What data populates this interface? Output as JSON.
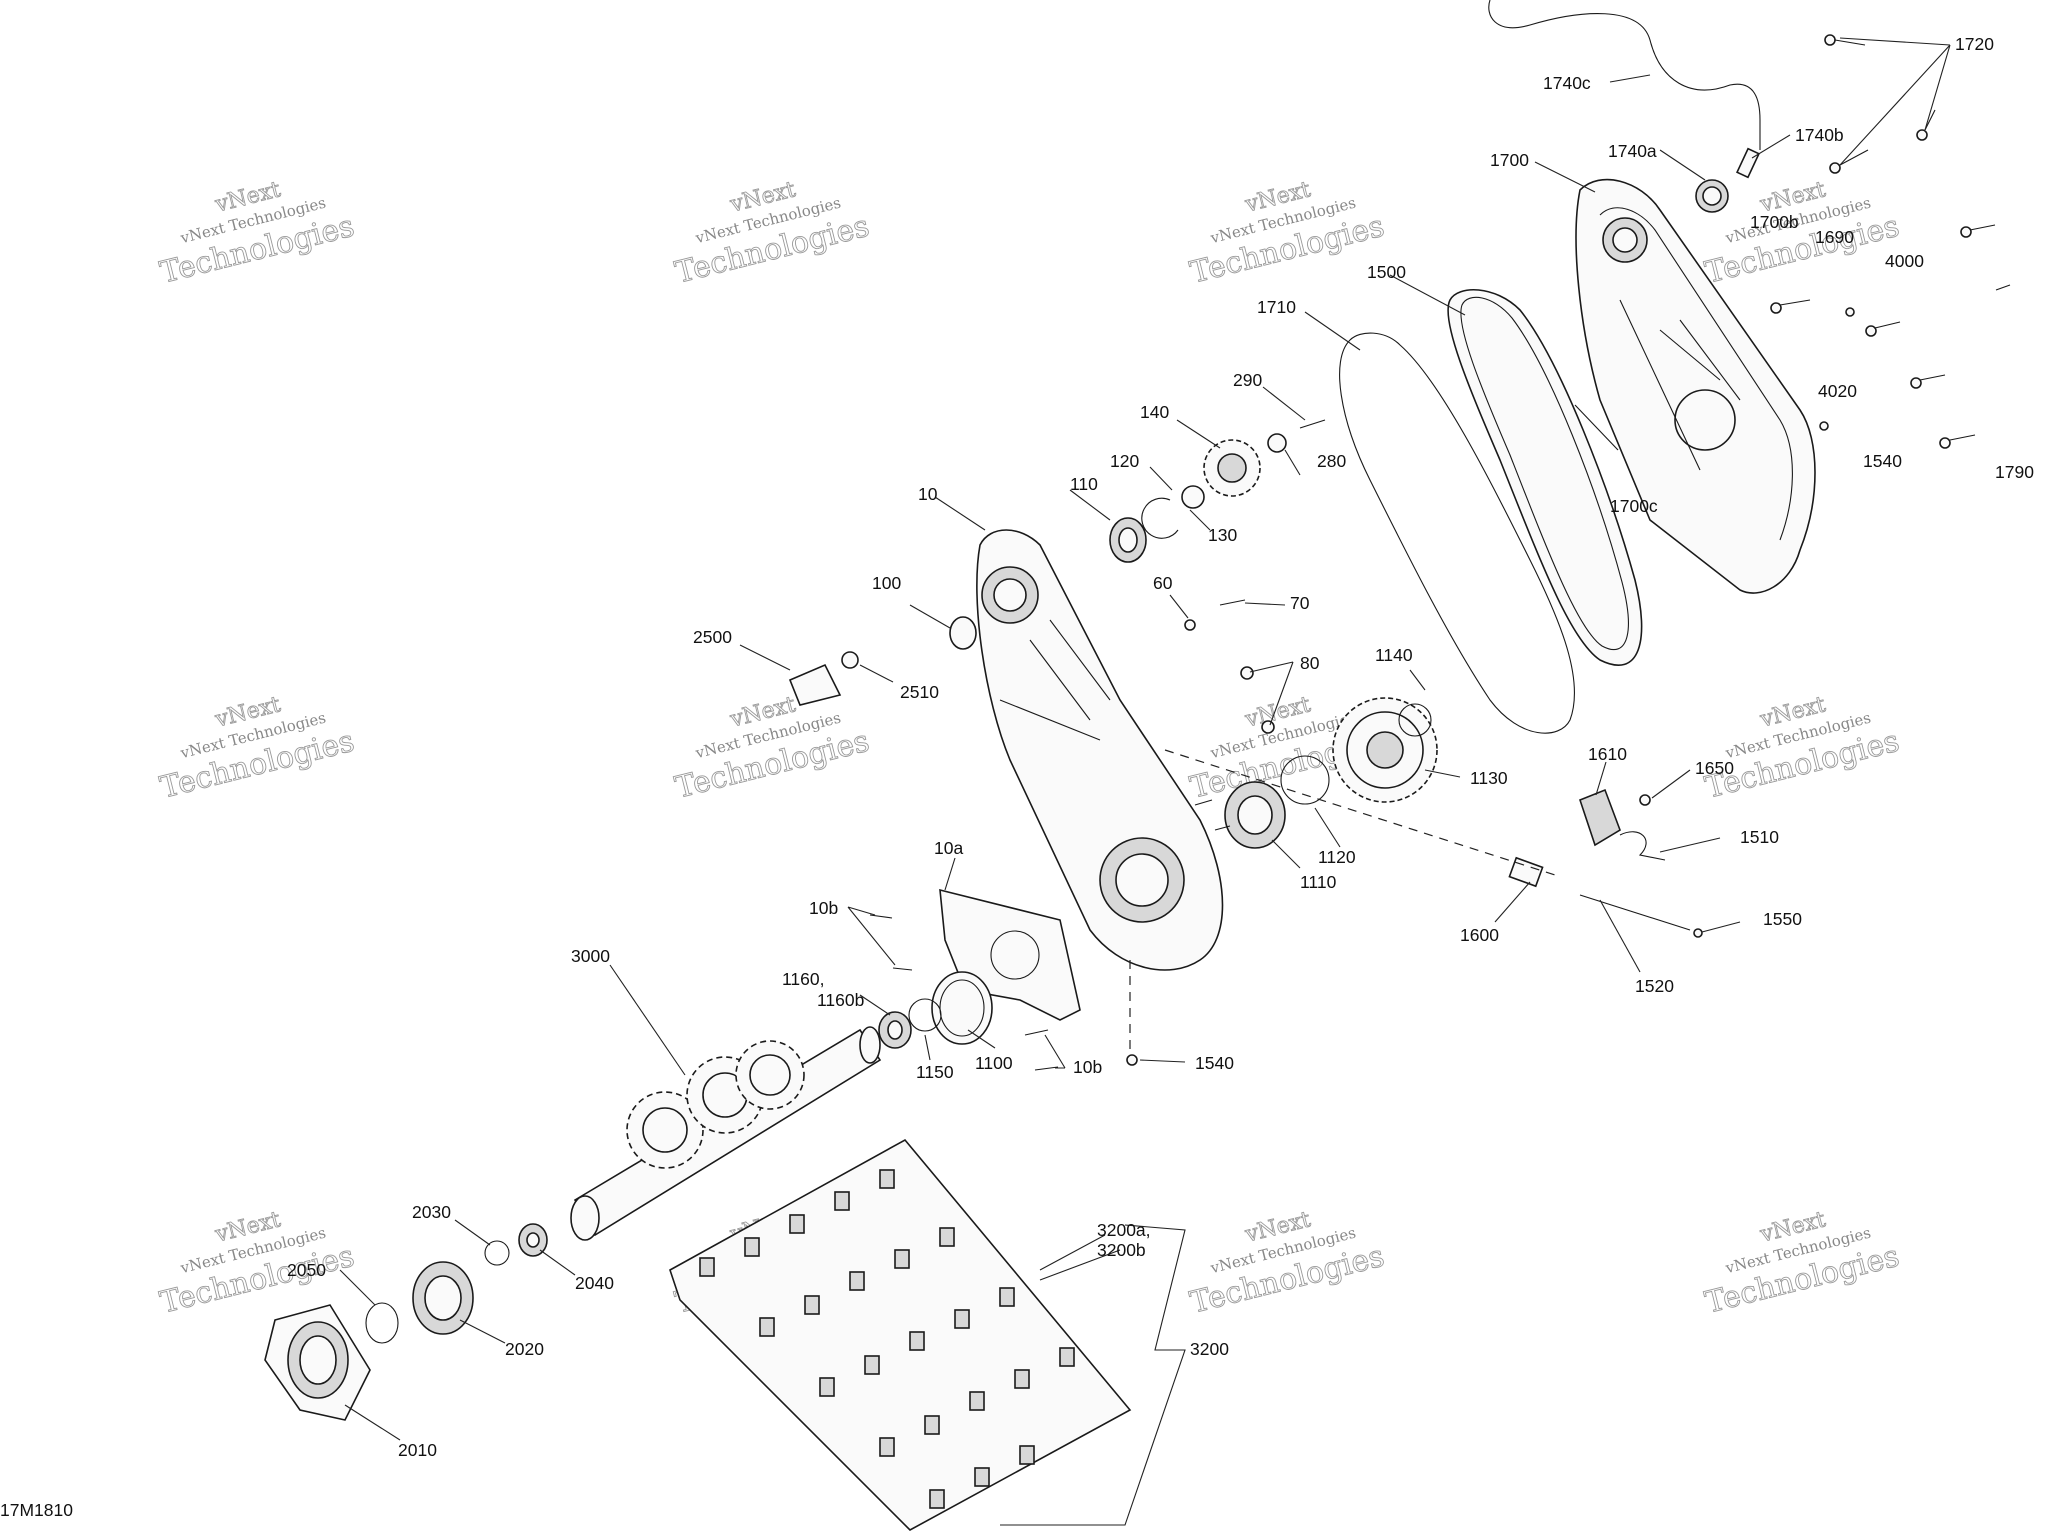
{
  "diagram_id": "17M1810",
  "watermark": {
    "line1": "vNext Technologies",
    "line2": "vNext",
    "line3": "Technologies"
  },
  "callouts": [
    {
      "text": "1720"
    },
    {
      "text": "1740c"
    },
    {
      "text": "1740a"
    },
    {
      "text": "1740b"
    },
    {
      "text": "1700"
    },
    {
      "text": "1700b"
    },
    {
      "text": "1690"
    },
    {
      "text": "4000"
    },
    {
      "text": "1500"
    },
    {
      "text": "1710"
    },
    {
      "text": "4020"
    },
    {
      "text": "1540"
    },
    {
      "text": "1790"
    },
    {
      "text": "290"
    },
    {
      "text": "140"
    },
    {
      "text": "280"
    },
    {
      "text": "120"
    },
    {
      "text": "110"
    },
    {
      "text": "130"
    },
    {
      "text": "1700c"
    },
    {
      "text": "10"
    },
    {
      "text": "60"
    },
    {
      "text": "70"
    },
    {
      "text": "100"
    },
    {
      "text": "2500"
    },
    {
      "text": "2510"
    },
    {
      "text": "80"
    },
    {
      "text": "1140"
    },
    {
      "text": "1130"
    },
    {
      "text": "1610"
    },
    {
      "text": "1650"
    },
    {
      "text": "1120"
    },
    {
      "text": "1510"
    },
    {
      "text": "1110"
    },
    {
      "text": "10a"
    },
    {
      "text": "1600"
    },
    {
      "text": "1550"
    },
    {
      "text": "10b"
    },
    {
      "text": "1520"
    },
    {
      "text": "3000"
    },
    {
      "text": "1160,"
    },
    {
      "text": "1160b"
    },
    {
      "text": "1100"
    },
    {
      "text": "1150"
    },
    {
      "text": "10b"
    },
    {
      "text": "1540"
    },
    {
      "text": "2030"
    },
    {
      "text": "3200a,"
    },
    {
      "text": "3200b"
    },
    {
      "text": "2040"
    },
    {
      "text": "2050"
    },
    {
      "text": "2020"
    },
    {
      "text": "3200"
    },
    {
      "text": "2010"
    }
  ]
}
